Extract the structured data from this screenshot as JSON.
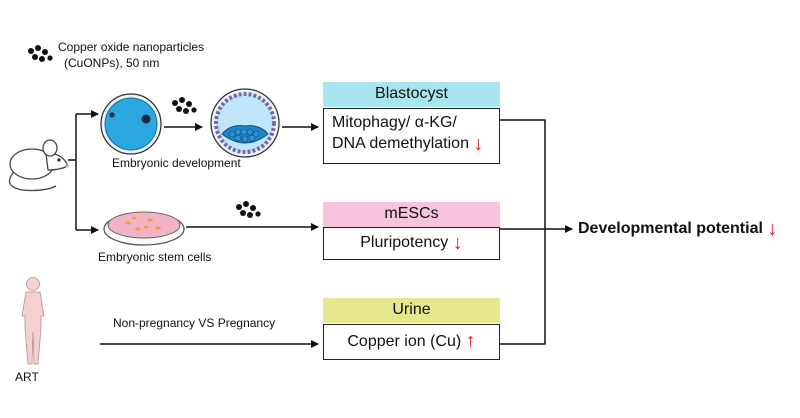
{
  "nanoparticles": {
    "label_line1": "Copper oxide nanoparticles",
    "label_line2": "(CuONPs), 50 nm"
  },
  "embryonic_development": {
    "label": "Embryonic development"
  },
  "embryonic_stem_cells": {
    "label": "Embryonic stem cells"
  },
  "art": {
    "label": "ART"
  },
  "pregnancy": {
    "label": "Non-pregnancy VS Pregnancy"
  },
  "boxes": {
    "blastocyst": {
      "title": "Blastocyst",
      "body_line1": "Mitophagy/ α-KG/",
      "body_line2": "DNA demethylation",
      "trend": "↓",
      "header_color": "#a9e5ef"
    },
    "mescs": {
      "title": "mESCs",
      "body": "Pluripotency",
      "trend": "↓",
      "header_color": "#f8c3dc"
    },
    "urine": {
      "title": "Urine",
      "body": "Copper ion (Cu)",
      "trend": "↑",
      "header_color": "#e6e88f"
    }
  },
  "outcome": {
    "label": "Developmental potential",
    "trend": "↓"
  },
  "colors": {
    "trend_red": "#d9211c",
    "cell_blue": "#2aa6e0",
    "dish_pink": "#f3b3c6"
  },
  "icons": [
    "nanoparticle-cluster-icon",
    "mouse-icon",
    "oocyte-icon",
    "blastocyst-icon",
    "petri-dish-icon",
    "human-figure-icon"
  ]
}
